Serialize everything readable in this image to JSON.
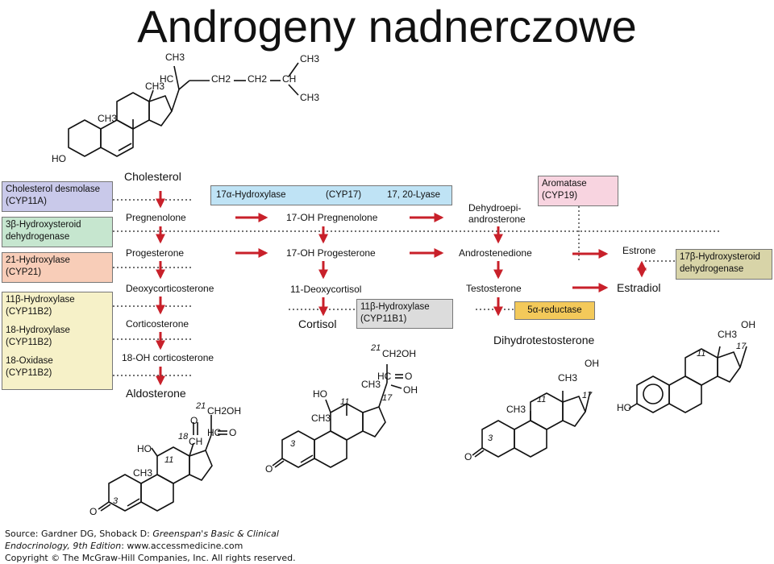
{
  "title": "Androgeny nadnerczowe",
  "compounds": {
    "cholesterol": "Cholesterol",
    "pregnenolone": "Pregnenolone",
    "progesterone": "Progesterone",
    "deoxycorticosterone": "Deoxycorticosterone",
    "corticosterone": "Corticosterone",
    "oh18_corticosterone": "18-OH corticosterone",
    "aldosterone": "Aldosterone",
    "oh17_pregnenolone": "17-OH Pregnenolone",
    "oh17_progesterone": "17-OH Progesterone",
    "deoxycortisol": "11-Deoxycortisol",
    "cortisol": "Cortisol",
    "dhea_line1": "Dehydroepi-",
    "dhea_line2": "androsterone",
    "androstenedione": "Androstenedione",
    "testosterone": "Testosterone",
    "dihydrotestosterone": "Dihydrotestosterone",
    "estrone": "Estrone",
    "estradiol": "Estradiol"
  },
  "enzymes": {
    "desmolase_l1": "Cholesterol desmolase",
    "desmolase_l2": "(CYP11A)",
    "hsd3b_l1": "3β-Hydroxysteroid",
    "hsd3b_l2": "dehydrogenase",
    "hyd21_l1": "21-Hydroxylase",
    "hyd21_l2": "(CYP21)",
    "hyd11b2_l1": "11β-Hydroxylase",
    "hyd11b2_l2": "(CYP11B2)",
    "hyd18_l1": "18-Hydroxylase",
    "hyd18_l2": "(CYP11B2)",
    "oxi18_l1": "18-Oxidase",
    "oxi18_l2": "(CYP11B2)",
    "cyp17_a": "17α-Hydroxylase",
    "cyp17_b": "(CYP17)",
    "cyp17_c": "17, 20-Lyase",
    "aromatase_l1": "Aromatase",
    "aromatase_l2": "(CYP19)",
    "hsd17b_l1": "17β-Hydroxysteroid",
    "hsd17b_l2": "dehydrogenase",
    "hyd11b1_l1": "11β-Hydroxylase",
    "hyd11b1_l2": "(CYP11B1)",
    "reductase": "5α-reductase"
  },
  "structure_labels": {
    "ch3": "CH3",
    "ho": "HO",
    "oh": "OH",
    "o": "O",
    "hc": "HC",
    "ch": "CH",
    "ch2": "CH2",
    "ch2oh": "CH2OH",
    "n3": "3",
    "n11": "11",
    "n17": "17",
    "n18": "18",
    "n21": "21"
  },
  "footer": {
    "line1_prefix": "Source: Gardner DG, Shoback D: ",
    "line1_italic": "Greenspan's Basic & Clinical",
    "line2_italic": "Endocrinology, 9th Edition",
    "line2_suffix": ": www.accessmedicine.com",
    "line3": "Copyright © The McGraw-Hill Companies, Inc. All rights reserved."
  },
  "colors": {
    "desmolase": "#c9c9ea",
    "hsd3b": "#c6e6cf",
    "hyd21": "#f8cdb8",
    "hyd11b2_group": "#f6f1c8",
    "cyp17": "#bfe3f5",
    "aromatase": "#f8d4e0",
    "hsd17b": "#d8d4a8",
    "hyd11b1": "#dcdcdc",
    "reductase": "#f3c95a",
    "arrow": "#c8202a"
  }
}
